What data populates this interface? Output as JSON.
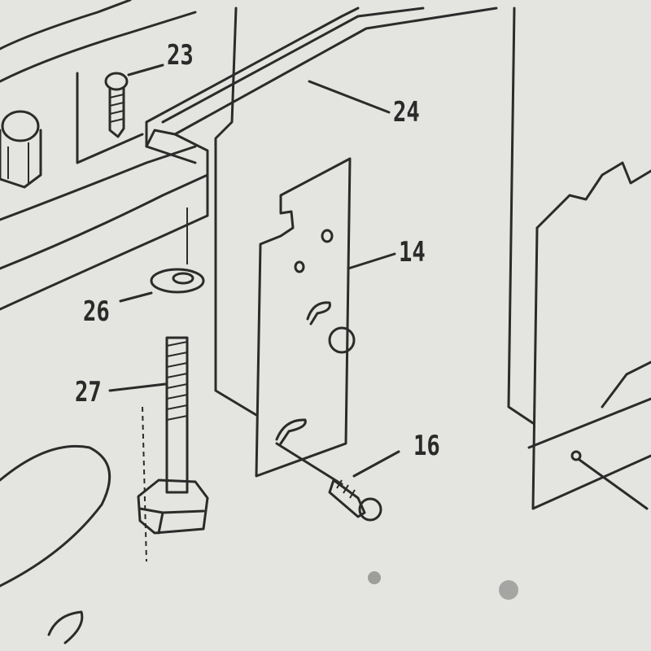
{
  "diagram": {
    "type": "exploded parts diagram",
    "labels": [
      {
        "id": "23",
        "text": "23"
      },
      {
        "id": "24",
        "text": "24"
      },
      {
        "id": "14",
        "text": "14"
      },
      {
        "id": "26",
        "text": "26"
      },
      {
        "id": "27",
        "text": "27"
      },
      {
        "id": "16",
        "text": "16"
      }
    ],
    "colors": {
      "paper": "#e4e4e0",
      "ink": "#2b2b2b"
    }
  }
}
